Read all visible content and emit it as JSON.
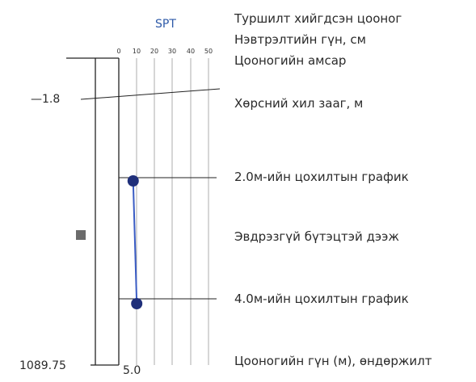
{
  "chart_title": "SPT",
  "tick_labels": [
    "0",
    "10",
    "20",
    "30",
    "40",
    "50"
  ],
  "layer_depth_label": "—1.8",
  "bottom_depth_label": "5.0",
  "elevation_label": "1089.75",
  "annotations": {
    "sample_depth": "Туршилт хийгдсэн цооног",
    "penetration_depth": "Нэвтрэлтийн гүн, см",
    "borehole_mouth": "Цооногийн амсар",
    "layer_boundary": "Хөрсний хил зааг, м",
    "graph_2m": "2.0м-ийн цохилтын график",
    "undisturbed_sample": "Эвдрэзгүй бүтэцтэй дээж",
    "graph_4m": "4.0м-ийн цохилтын график",
    "borehole_depth": "Цооногийн гүн (м), өндөржилт"
  },
  "chart_data": {
    "type": "line",
    "title": "SPT",
    "xlim": [
      0,
      50
    ],
    "ticks": [
      0,
      10,
      20,
      30,
      40,
      50
    ],
    "depth_range": [
      0,
      5.0
    ],
    "points": [
      {
        "depth": 2.0,
        "value": 8
      },
      {
        "depth": 4.0,
        "value": 10
      }
    ],
    "series_color": "#3a5cc4",
    "marker_color": "#1f2f7a"
  }
}
